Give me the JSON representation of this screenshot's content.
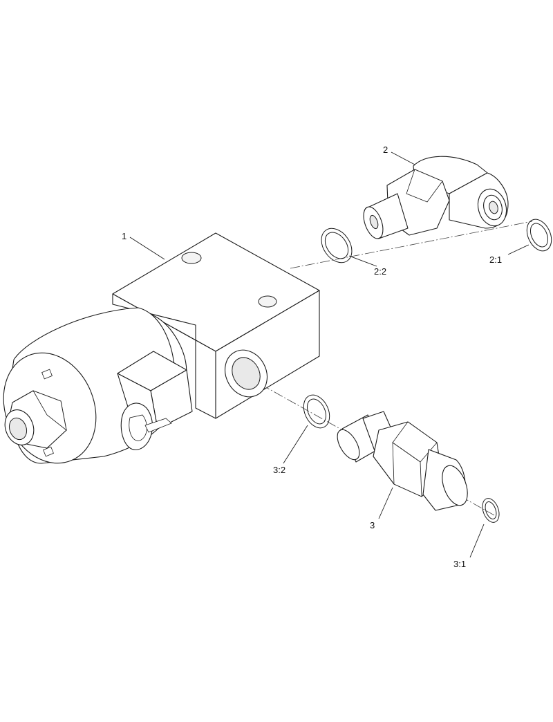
{
  "callouts": {
    "part_1": "1",
    "part_2": "2",
    "part_2_1": "2:1",
    "part_2_2": "2:2",
    "part_3": "3",
    "part_3_1": "3:1",
    "part_3_2": "3:2"
  },
  "colors": {
    "line": "#1a1a1a",
    "background": "#ffffff"
  }
}
